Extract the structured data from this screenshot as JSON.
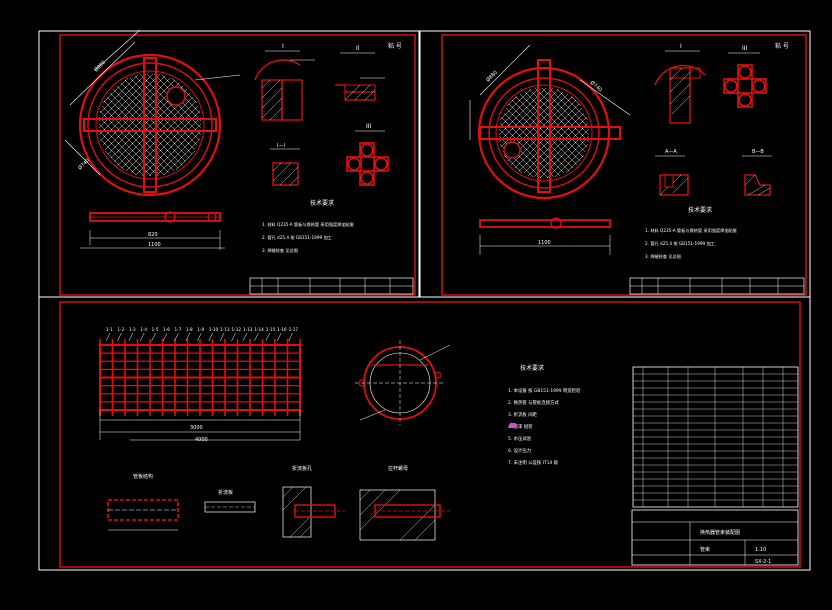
{
  "labels": {
    "top_left_sheet_no": "粘 号",
    "top_right_sheet_no": "粘 号",
    "section_I": "I",
    "section_II": "II",
    "section_III": "III",
    "section_I_I": "I—I",
    "section_A_A": "A—A",
    "section_B_B": "B—B",
    "tech_req_tl": "技术要求",
    "tech_req_tr": "技术要求",
    "tech_req_bottom": "技术要求",
    "detail_title_1": "管板结构",
    "detail_title_2": "折流板",
    "detail_title_3": "折流板孔",
    "detail_title_4": "拉杆螺母"
  },
  "part_callouts": [
    "1-1",
    "1-2",
    "1-3",
    "1-4",
    "1-5",
    "1-6",
    "1-7",
    "1-8",
    "1-9",
    "1-10",
    "1-11",
    "1-12",
    "1-13",
    "1-14",
    "1-15",
    "1-16",
    "1-17"
  ],
  "dims": {
    "d_main": "Ø880",
    "d_inner": "Ø740",
    "len_total": "4000",
    "len_mid": "3000",
    "len_a": "1100",
    "len_b": "820"
  },
  "notes_tl": [
    "1. 材料 Q235-A 管板与换热管  采用强度焊加贴胀",
    "2. 管孔 d25.4  按 GB151-1999 加工",
    "3. 焊缝检查  见总图"
  ],
  "notes_tr": [
    "1. 材料 Q235-A 管板与换热管  采用强度焊加贴胀",
    "2. 管孔 d25.4  按 GB151-1999 加工",
    "3. 焊缝检查  见总图"
  ],
  "notes_bottom": [
    "1. 本设备  按 GB151-1999 制造检验",
    "2. 换热管  与管板连接方式",
    "3. 折流板  间距",
    "4. 管束  组装",
    "5. 水压试验",
    "6. 设计压力",
    "7. 未注明  公差按 IT14 级"
  ],
  "title_block": {
    "drawing_no": "SX-2-1",
    "name": "管束",
    "scale": "1:10",
    "title_cn": "换热器管束装配图"
  },
  "bom_rows": 20
}
